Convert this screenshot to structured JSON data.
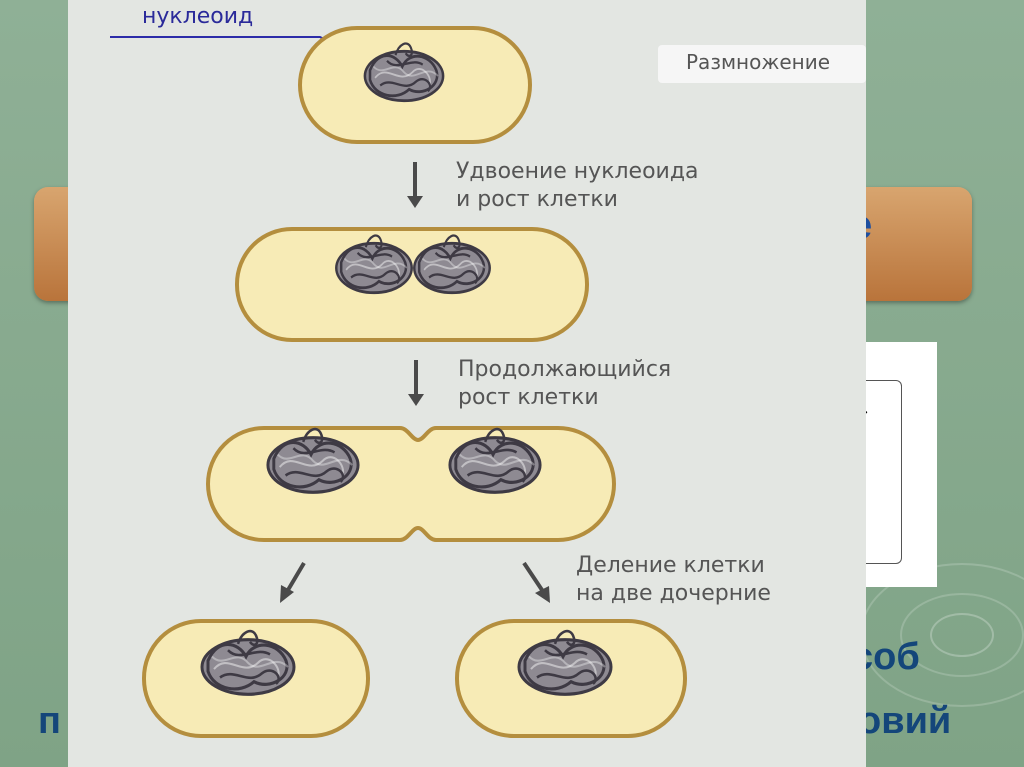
{
  "slide": {
    "title_fragment": "е",
    "bottom_line1_fragment": "соб",
    "bottom_line2_left": "п",
    "bottom_line2_right": "овий",
    "arrow_glyph": "›"
  },
  "diagram": {
    "nucleoid_label": "нуклеоид",
    "header_tag": "Размножение",
    "step1": [
      "Удвоение нуклеоида",
      "и рост клетки"
    ],
    "step2": [
      "Продолжающийся",
      "рост клетки"
    ],
    "step3": [
      "Деление клетки",
      "на две дочерние"
    ]
  },
  "colors": {
    "cell_fill": "#f7ebb6",
    "cell_border": "#c9a24a",
    "dna": "#4a4650",
    "pointer_line": "#2c2ca8",
    "arrow": "#4a4a4a"
  }
}
